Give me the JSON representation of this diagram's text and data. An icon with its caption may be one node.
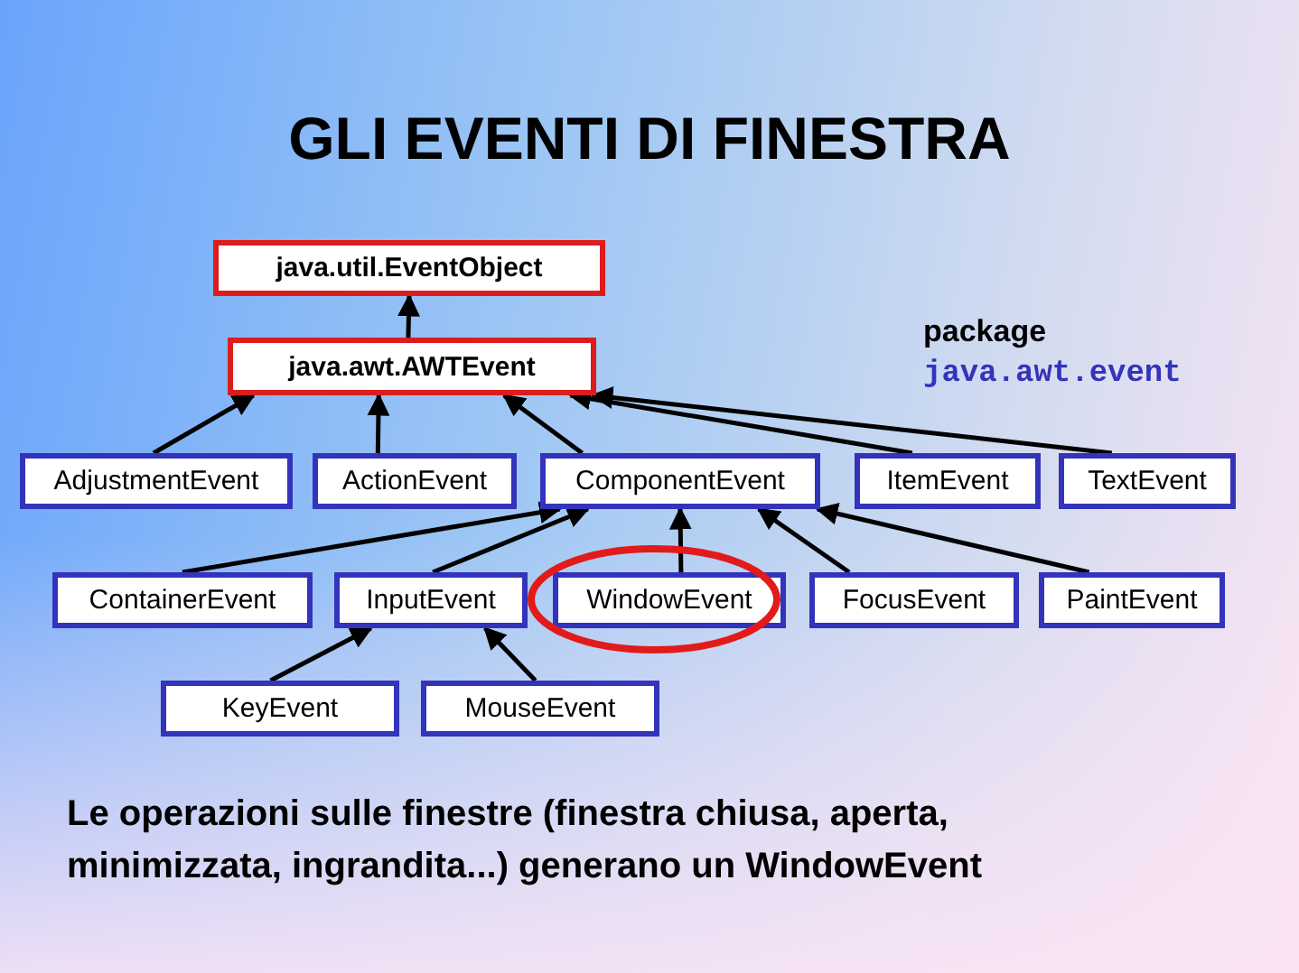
{
  "diagram": {
    "title": "GLI EVENTI DI FINESTRA",
    "nodes": [
      {
        "text": [
          "java.util.EventObject"
        ]
      },
      {
        "text": [
          "java.awt.AWTEvent"
        ]
      },
      {
        "text": [
          "AdjustmentEvent"
        ]
      },
      {
        "text": [
          "ActionEvent"
        ]
      },
      {
        "text": [
          "ComponentEvent"
        ]
      },
      {
        "text": [
          "ItemEvent"
        ]
      },
      {
        "text": [
          "TextEvent"
        ]
      },
      {
        "text": [
          "ContainerEvent"
        ]
      },
      {
        "text": [
          "InputEvent"
        ]
      },
      {
        "text": [
          "WindowEvent"
        ]
      },
      {
        "text": [
          "FocusEvent"
        ]
      },
      {
        "text": [
          "PaintEvent"
        ]
      },
      {
        "text": [
          "KeyEvent"
        ]
      },
      {
        "text": [
          "MouseEvent"
        ]
      }
    ],
    "edges": [
      {
        "from": 1,
        "to": 0,
        "arrow": "to"
      },
      {
        "from": 2,
        "to": 1,
        "arrow": "to"
      },
      {
        "from": 3,
        "to": 1,
        "arrow": "to"
      },
      {
        "from": 4,
        "to": 1,
        "arrow": "to"
      },
      {
        "from": 5,
        "to": 1,
        "arrow": "to"
      },
      {
        "from": 6,
        "to": 1,
        "arrow": "to"
      },
      {
        "from": 7,
        "to": 4,
        "arrow": "to"
      },
      {
        "from": 8,
        "to": 4,
        "arrow": "to"
      },
      {
        "from": 9,
        "to": 4,
        "arrow": "to"
      },
      {
        "from": 10,
        "to": 4,
        "arrow": "to"
      },
      {
        "from": 11,
        "to": 4,
        "arrow": "to"
      },
      {
        "from": 12,
        "to": 8,
        "arrow": "to"
      },
      {
        "from": 13,
        "to": 8,
        "arrow": "to"
      }
    ],
    "labels": [
      "package",
      "java.awt.event"
    ],
    "caption": "Le operazioni sulle finestre (finestra chiusa, aperta, minimizzata, ingrandita...) generano un WindowEvent"
  }
}
